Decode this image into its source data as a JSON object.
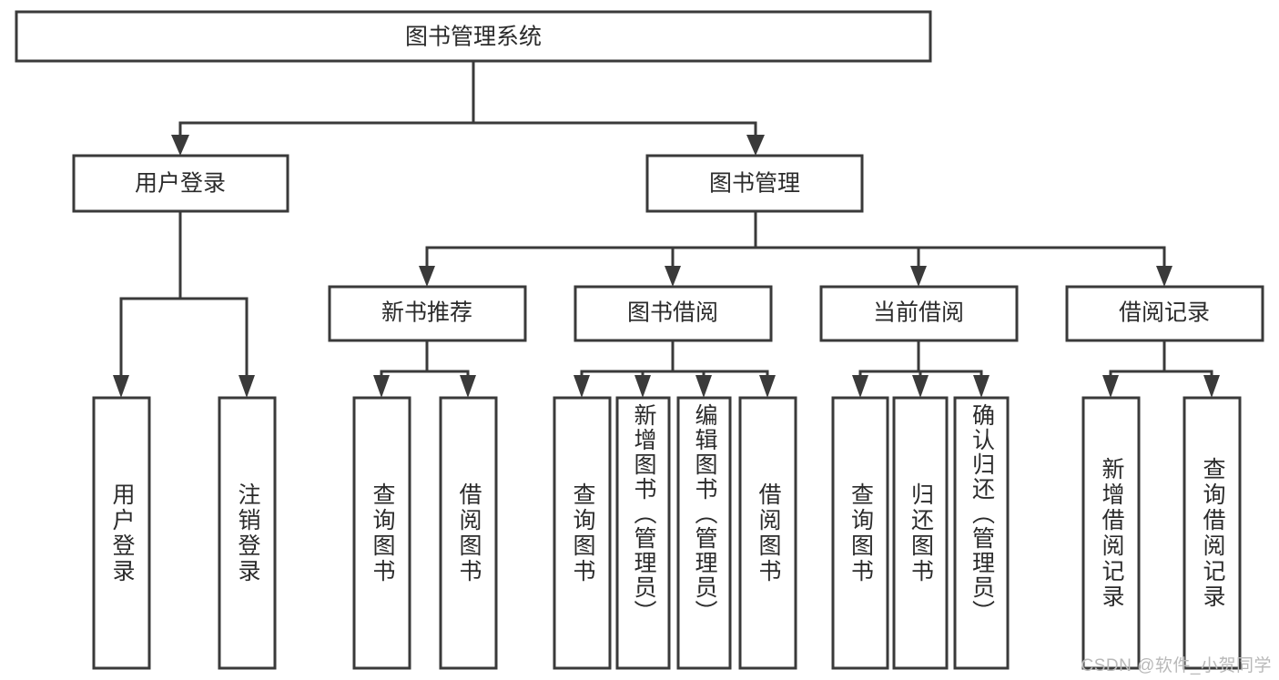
{
  "diagram": {
    "title": "图书管理系统",
    "type": "tree",
    "orientation": "top-down",
    "colors": {
      "box_stroke": "#3a3a3a",
      "box_fill": "#ffffff",
      "connector": "#3a3a3a",
      "text": "#2b2b2b",
      "watermark": "#b9b9b9",
      "background": "#ffffff"
    },
    "root": {
      "label": "图书管理系统",
      "name": "root-node"
    },
    "level2": [
      {
        "label": "用户登录",
        "name": "node-user-login"
      },
      {
        "label": "图书管理",
        "name": "node-book-management"
      }
    ],
    "level3": [
      {
        "label": "新书推荐",
        "name": "node-new-book-recommend"
      },
      {
        "label": "图书借阅",
        "name": "node-book-borrow"
      },
      {
        "label": "当前借阅",
        "name": "node-current-borrow"
      },
      {
        "label": "借阅记录",
        "name": "node-borrow-record"
      }
    ],
    "leaves": [
      {
        "label": "用户登录",
        "name": "leaf-user-login",
        "parent": "用户登录"
      },
      {
        "label": "注销登录",
        "name": "leaf-logout",
        "parent": "用户登录"
      },
      {
        "label": "查询图书",
        "name": "leaf-query-book-recommend",
        "parent": "新书推荐"
      },
      {
        "label": "借阅图书",
        "name": "leaf-borrow-book-recommend",
        "parent": "新书推荐"
      },
      {
        "label": "查询图书",
        "name": "leaf-query-book-borrow",
        "parent": "图书借阅"
      },
      {
        "label": "新增图书（管理员）",
        "name": "leaf-add-book-admin",
        "parent": "图书借阅"
      },
      {
        "label": "编辑图书（管理员）",
        "name": "leaf-edit-book-admin",
        "parent": "图书借阅"
      },
      {
        "label": "借阅图书",
        "name": "leaf-borrow-book",
        "parent": "图书借阅"
      },
      {
        "label": "查询图书",
        "name": "leaf-query-book-current",
        "parent": "当前借阅"
      },
      {
        "label": "归还图书",
        "name": "leaf-return-book",
        "parent": "当前借阅"
      },
      {
        "label": "确认归还（管理员）",
        "name": "leaf-confirm-return-admin",
        "parent": "当前借阅"
      },
      {
        "label": "新增借阅记录",
        "name": "leaf-add-borrow-record",
        "parent": "借阅记录"
      },
      {
        "label": "查询借阅记录",
        "name": "leaf-query-borrow-record",
        "parent": "借阅记录"
      }
    ],
    "watermark": "CSDN @软件_小贺同学"
  }
}
